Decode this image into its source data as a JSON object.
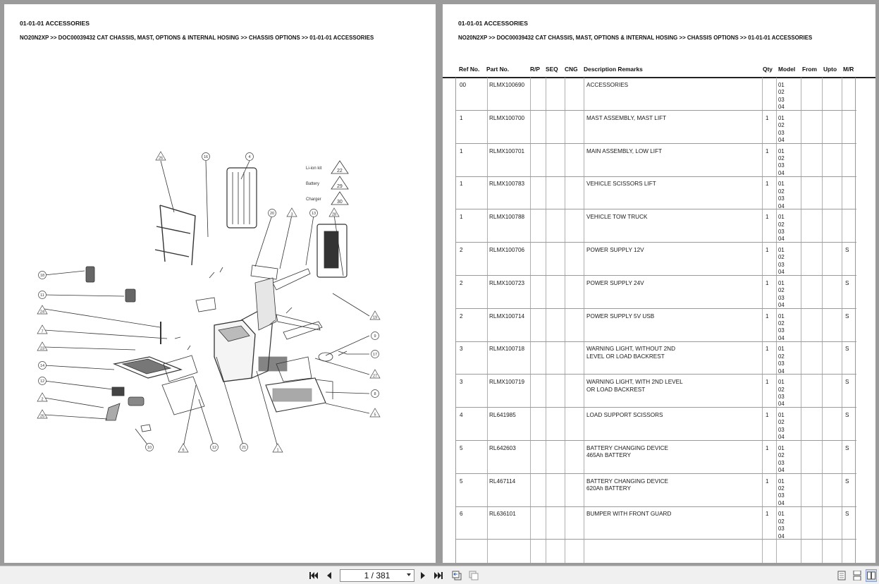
{
  "section_title": "01-01-01 ACCESSORIES",
  "breadcrumb": "NO20N2XP >> DOC00039432 CAT CHASSIS, MAST, OPTIONS & INTERNAL HOSING >> CHASSIS OPTIONS >> 01-01-01 ACCESSORIES",
  "diagram": {
    "legend": [
      {
        "label": "Li-ion kit",
        "ref": "22"
      },
      {
        "label": "Battery",
        "ref": "29"
      },
      {
        "label": "Charger",
        "ref": "30"
      }
    ],
    "callouts": [
      "26",
      "16",
      "4",
      "20",
      "3",
      "13",
      "28",
      "18",
      "11",
      "24",
      "7",
      "23",
      "14",
      "12",
      "2",
      "25",
      "10",
      "6",
      "12",
      "21",
      "1",
      "19",
      "9",
      "17",
      "27",
      "8",
      "5"
    ]
  },
  "table": {
    "headers": [
      "Ref No.",
      "Part No.",
      "R/P",
      "SEQ",
      "CNG",
      "Description Remarks",
      "Qty",
      "Model",
      "From",
      "Upto",
      "M/R"
    ],
    "rows": [
      {
        "ref": "00",
        "part": "RLMX100690",
        "desc": "ACCESSORIES",
        "qty": "",
        "models": [
          "01",
          "02",
          "03",
          "04"
        ],
        "mr": ""
      },
      {
        "ref": "1",
        "part": "RLMX100700",
        "desc": "MAST ASSEMBLY, MAST LIFT",
        "qty": "1",
        "models": [
          "01",
          "02",
          "03",
          "04"
        ],
        "mr": ""
      },
      {
        "ref": "1",
        "part": "RLMX100701",
        "desc": "MAIN ASSEMBLY, LOW LIFT",
        "qty": "1",
        "models": [
          "01",
          "02",
          "03",
          "04"
        ],
        "mr": ""
      },
      {
        "ref": "1",
        "part": "RLMX100783",
        "desc": "VEHICLE SCISSORS LIFT",
        "qty": "1",
        "models": [
          "01",
          "02",
          "03",
          "04"
        ],
        "mr": ""
      },
      {
        "ref": "1",
        "part": "RLMX100788",
        "desc": "VEHICLE TOW TRUCK",
        "qty": "1",
        "models": [
          "01",
          "02",
          "03",
          "04"
        ],
        "mr": ""
      },
      {
        "ref": "2",
        "part": "RLMX100706",
        "desc": "POWER SUPPLY 12V",
        "qty": "1",
        "models": [
          "01",
          "02",
          "03",
          "04"
        ],
        "mr": "S"
      },
      {
        "ref": "2",
        "part": "RLMX100723",
        "desc": "POWER SUPPLY 24V",
        "qty": "1",
        "models": [
          "01",
          "02",
          "03",
          "04"
        ],
        "mr": "S"
      },
      {
        "ref": "2",
        "part": "RLMX100714",
        "desc": "POWER SUPPLY 5V USB",
        "qty": "1",
        "models": [
          "01",
          "02",
          "03",
          "04"
        ],
        "mr": "S"
      },
      {
        "ref": "3",
        "part": "RLMX100718",
        "desc": "WARNING LIGHT, WITHOUT 2ND\nLEVEL OR LOAD BACKREST",
        "qty": "1",
        "models": [
          "01",
          "02",
          "03",
          "04"
        ],
        "mr": "S"
      },
      {
        "ref": "3",
        "part": "RLMX100719",
        "desc": "WARNING LIGHT, WITH 2ND LEVEL\nOR LOAD BACKREST",
        "qty": "1",
        "models": [
          "01",
          "02",
          "03",
          "04"
        ],
        "mr": "S"
      },
      {
        "ref": "4",
        "part": "RL641985",
        "desc": "LOAD SUPPORT SCISSORS",
        "qty": "1",
        "models": [
          "01",
          "02",
          "03",
          "04"
        ],
        "mr": "S"
      },
      {
        "ref": "5",
        "part": "RL642603",
        "desc": "BATTERY CHANGING DEVICE\n465Ah BATTERY",
        "qty": "1",
        "models": [
          "01",
          "02",
          "03",
          "04"
        ],
        "mr": "S"
      },
      {
        "ref": "5",
        "part": "RL467114",
        "desc": "BATTERY CHANGING DEVICE\n620Ah BATTERY",
        "qty": "1",
        "models": [
          "01",
          "02",
          "03",
          "04"
        ],
        "mr": "S"
      },
      {
        "ref": "6",
        "part": "RL636101",
        "desc": "BUMPER WITH FRONT GUARD",
        "qty": "1",
        "models": [
          "01",
          "02",
          "03",
          "04"
        ],
        "mr": "S"
      }
    ]
  },
  "toolbar": {
    "page_indicator": "1 / 381",
    "first_icon": "first-page-icon",
    "prev_icon": "prev-page-icon",
    "next_icon": "next-page-icon",
    "last_icon": "last-page-icon"
  }
}
